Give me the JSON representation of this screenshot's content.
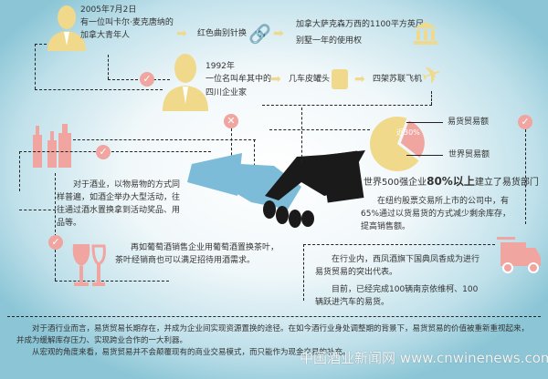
{
  "timeline": {
    "story1": {
      "date": "2005年7月2日",
      "line1": "有一位叫卡尔·麦克唐纳的",
      "line2": "加拿大青年人",
      "item1": "红色曲别针换",
      "item2_line1": "加拿大萨克森万西的1100平方英尺",
      "item2_line2": "别墅一年的使用权"
    },
    "story2": {
      "date": "1992年",
      "line1": "一位名叫牟其中的",
      "line2": "四川企业家",
      "item1": "几车皮罐头",
      "item2": "四架苏联飞机"
    }
  },
  "left": {
    "para1": "对于酒业，以物易物的方式同样普遍，如酒企举办大型活动，往往通过酒水置换拿到活动奖品、用品等。",
    "para2_line1": "再如葡萄酒销售企业用葡萄酒置换茶叶，",
    "para2_line2": "茶叶经销商也可以满足招待用酒需求。"
  },
  "right": {
    "pie": {
      "slice_label": "近30%",
      "legend_barter": "易货贸易额",
      "legend_world": "世界贸易额"
    },
    "headline_pre": "世界500强企业",
    "headline_bold": "80%以上",
    "headline_post": "建立了易货部门",
    "para1": "在纽约股票交易所上市的公司中，有65%通过以货易货的方式减少剩余库存，提高销售额。",
    "para2": "在行业内，西凤酒旗下国典凤香成为进行易货贸易的突出代表。",
    "para3": "目前，已经完成100辆南京依维柯、100辆跃进汽车的易货。"
  },
  "footer": {
    "para1": "对于酒行业而言，易货贸易长期存在，并成为企业间实现资源置换的途径。在如今酒行业身处调整期的背景下，易货贸易的价值被重新重视起来，并成为缓解库存压力、实现跨业合作的一大利器。",
    "para2": "从宏观的角度来看，易货贸易并不会颠覆现有的商业交易模式，而只能作为现金交易的补充。",
    "watermark": "中国酒业新闻网 www.cnwinenews.com"
  },
  "chart_data": {
    "type": "pie",
    "categories": [
      "易货贸易额",
      "世界贸易额"
    ],
    "values": [
      30,
      70
    ],
    "labels": [
      "近30%",
      ""
    ]
  },
  "colors": {
    "yellow": "#f0d98a",
    "pink": "#f0a5a0",
    "blue": "#7cbcd8",
    "dark": "#1a1a1a"
  }
}
